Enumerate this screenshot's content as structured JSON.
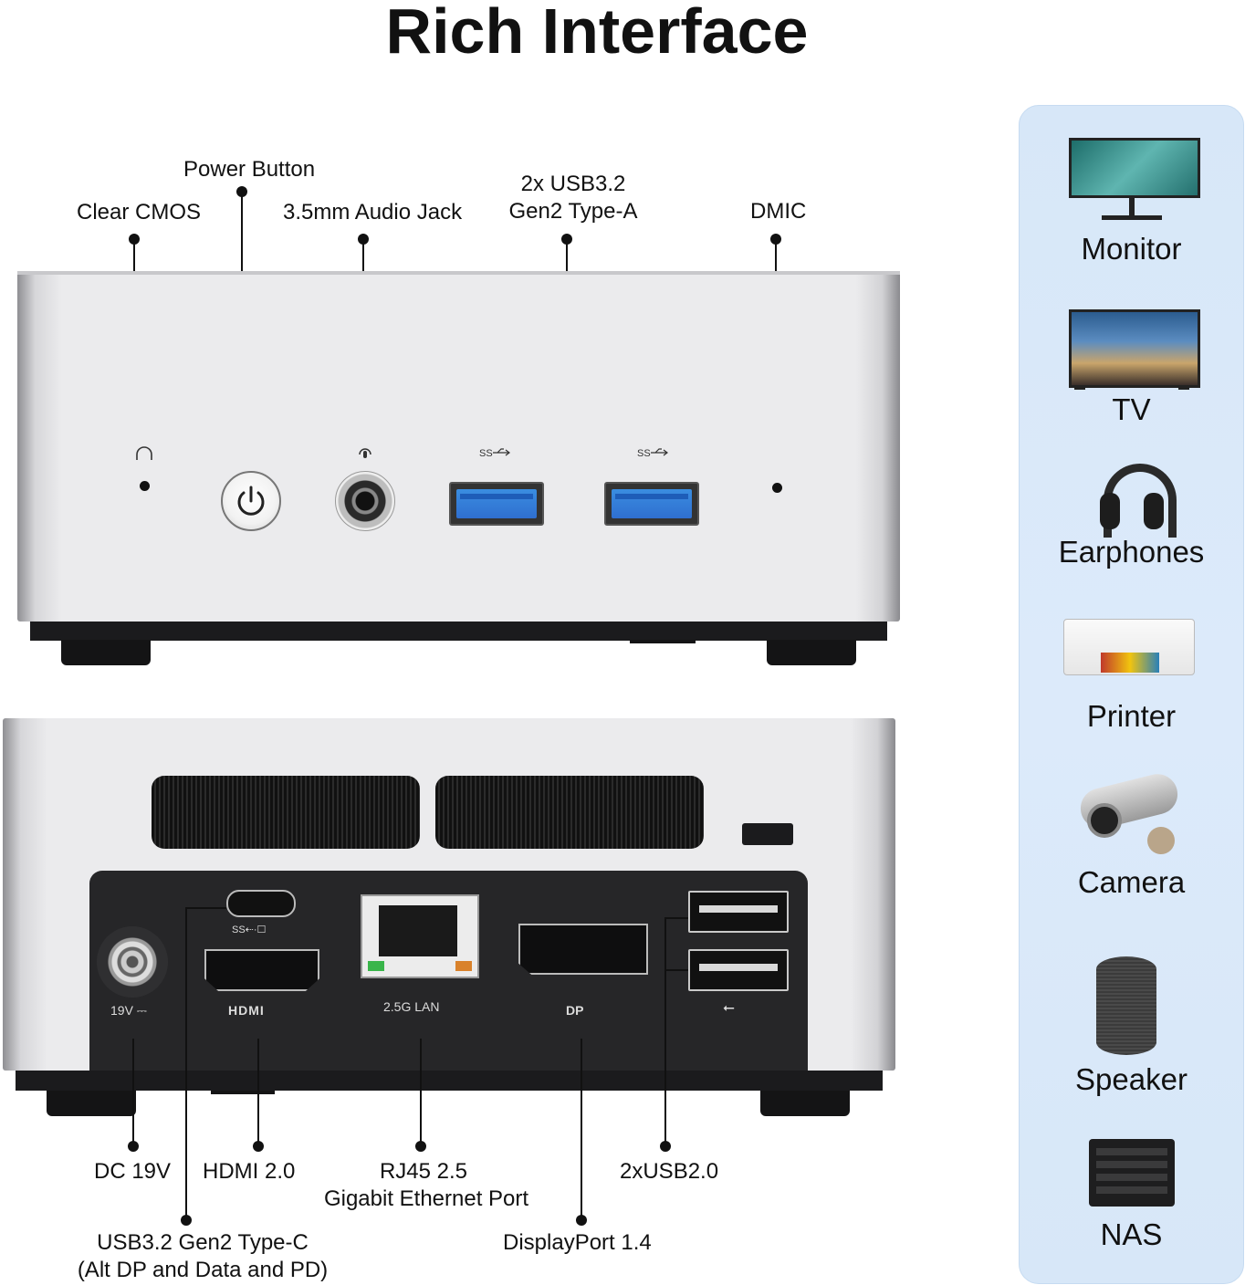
{
  "title": "Rich Interface",
  "front_labels": {
    "clear_cmos": "Clear CMOS",
    "power_button": "Power Button",
    "audio_jack": "3.5mm Audio Jack",
    "usb32_line1": "2x USB3.2",
    "usb32_line2": "Gen2 Type-A",
    "dmic": "DMIC"
  },
  "rear_port_markings": {
    "dc": "19V ⎓",
    "hdmi": "HDMI",
    "lan": "2.5G LAN",
    "dp": "DP",
    "usbc": "SS⇠·☐",
    "usb": "⭠"
  },
  "rear_labels": {
    "dc": "DC 19V",
    "hdmi": "HDMI 2.0",
    "rj45_line1": "RJ45 2.5",
    "rj45_line2": "Gigabit Ethernet Port",
    "usb2": "2xUSB2.0",
    "usbc_line1": "USB3.2 Gen2 Type-C",
    "usbc_line2": "(Alt DP and Data and PD)",
    "dp": "DisplayPort 1.4"
  },
  "devices": [
    {
      "name": "Monitor",
      "icon": "monitor-icon"
    },
    {
      "name": "TV",
      "icon": "tv-icon"
    },
    {
      "name": "Earphones",
      "icon": "headphones-icon"
    },
    {
      "name": "Printer",
      "icon": "printer-icon"
    },
    {
      "name": "Camera",
      "icon": "camera-icon"
    },
    {
      "name": "Speaker",
      "icon": "speaker-icon"
    },
    {
      "name": "NAS",
      "icon": "nas-icon"
    }
  ]
}
